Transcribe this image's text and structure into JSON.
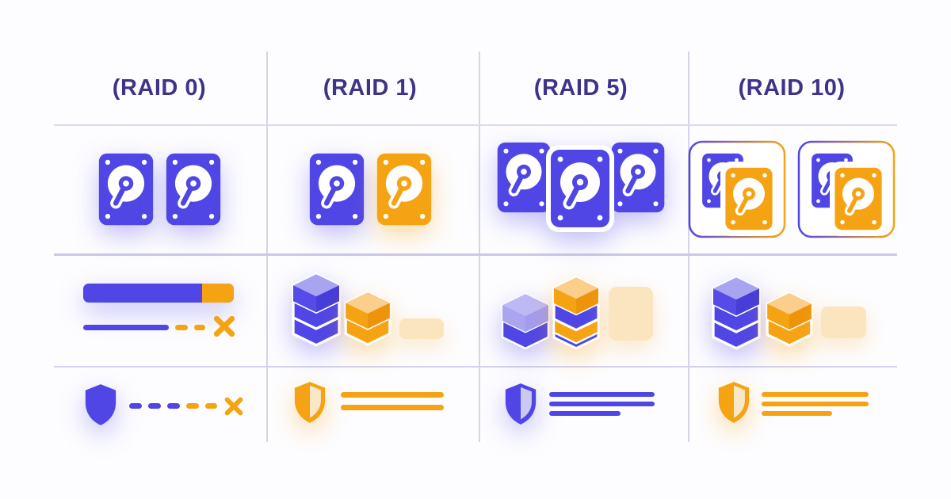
{
  "columns": [
    {
      "label": "(RAID 0)",
      "disks": {
        "count": 2,
        "colors": [
          "indigo",
          "indigo"
        ],
        "grouping": "none"
      },
      "capacity": {
        "style": "full-bar",
        "bar_fill": [
          "indigo",
          "orange-tip"
        ],
        "data_line": "solid-then-dashed ending in X"
      },
      "protection": {
        "shield": "indigo-solid",
        "detail": "dashed link ending in X",
        "protected": false
      }
    },
    {
      "label": "(RAID 1)",
      "disks": {
        "count": 2,
        "colors": [
          "indigo",
          "orange"
        ],
        "grouping": "mirror-pair"
      },
      "capacity": {
        "style": "stacks",
        "stacks": [
          "indigo-3-layer",
          "orange-2-layer",
          "cream-small"
        ]
      },
      "protection": {
        "shield": "orange-half",
        "lines": 2,
        "protected": true
      }
    },
    {
      "label": "(RAID 5)",
      "disks": {
        "count": 3,
        "colors": [
          "indigo",
          "indigo",
          "indigo"
        ],
        "grouping": "overlapped-trio"
      },
      "capacity": {
        "style": "stacks",
        "stacks": [
          "lavender-over-indigo",
          "orange-cap-indigo-3-layer",
          "cream-tall"
        ]
      },
      "protection": {
        "shield": "indigo-half",
        "lines": 3,
        "protected": true
      }
    },
    {
      "label": "(RAID 10)",
      "disks": {
        "count": 4,
        "colors": [
          "indigo",
          "orange",
          "indigo",
          "orange"
        ],
        "grouping": "two-mirrored-pairs-boxed"
      },
      "capacity": {
        "style": "stacks",
        "stacks": [
          "indigo-3-layer",
          "orange-2-layer",
          "cream-small"
        ]
      },
      "protection": {
        "shield": "orange-half",
        "lines": 3,
        "protected": true
      }
    }
  ],
  "colors": {
    "background": "#FDFDFF",
    "grid_line": "#D6D4E8",
    "indigo": "#4F46E5",
    "header_text": "#3D3489",
    "orange": "#F6A313",
    "orange_light": "#FBCE8C",
    "lavender": "#B9B5F2",
    "cream": "#FAE5BF"
  }
}
